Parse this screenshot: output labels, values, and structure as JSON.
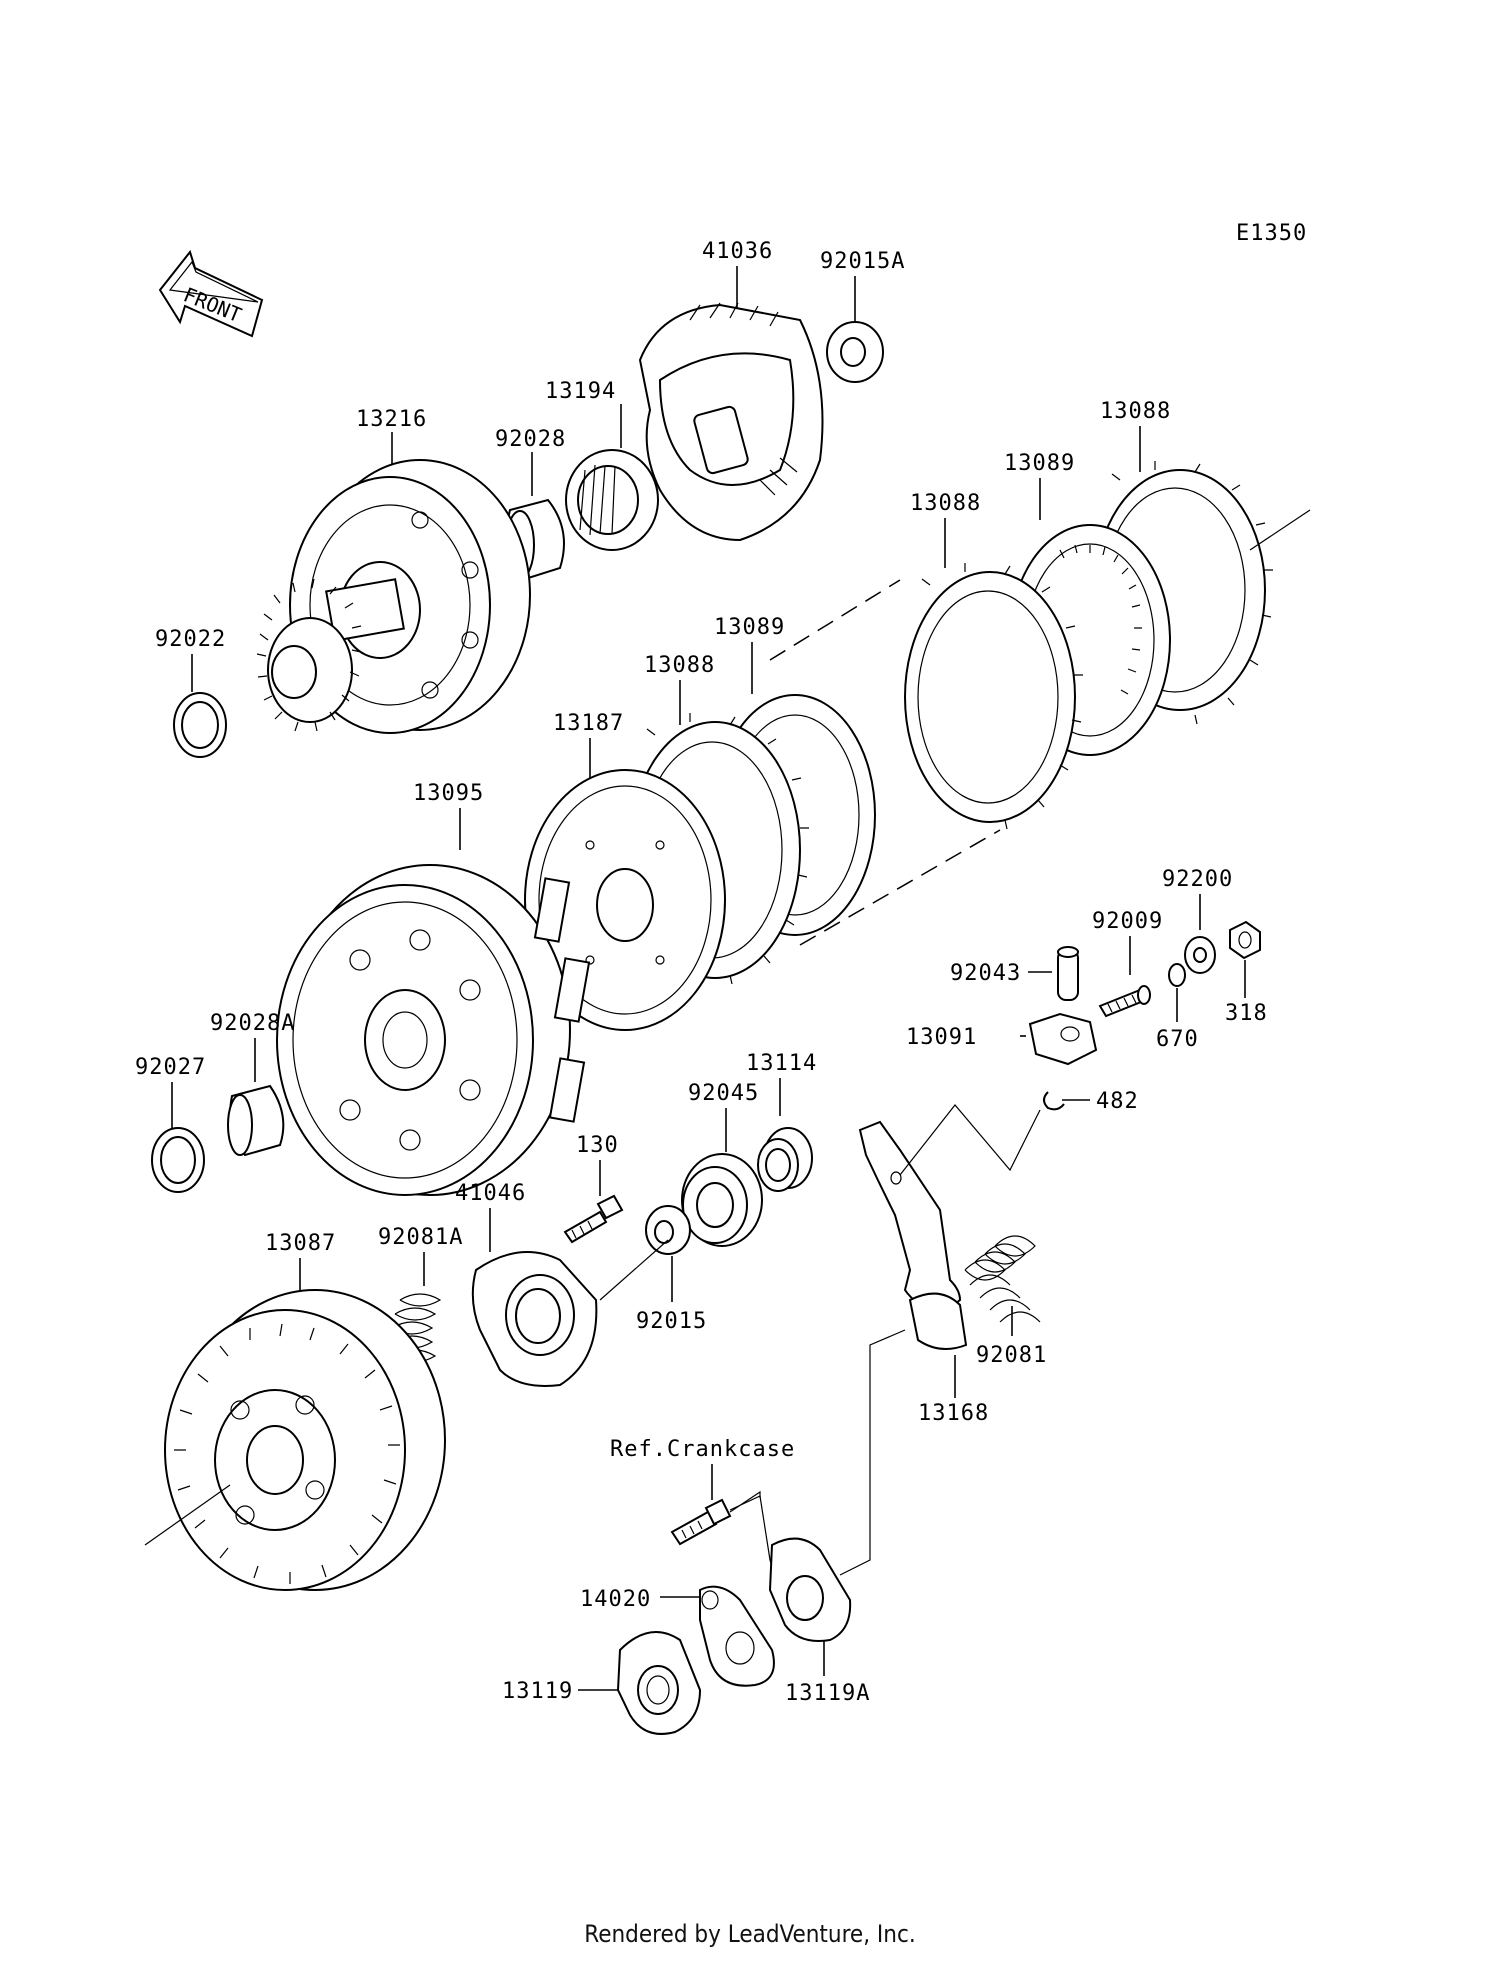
{
  "diagram": {
    "code": "E1350",
    "front_label": "FRONT",
    "parts": {
      "p41036": "41036",
      "p92015A": "92015A",
      "p13194": "13194",
      "p92028": "92028",
      "p13216": "13216",
      "p13088_top": "13088",
      "p13089_top": "13089",
      "p13088_mid": "13088",
      "p13089_mid": "13089",
      "p13088_low": "13088",
      "p92022": "92022",
      "p13187": "13187",
      "p13095": "13095",
      "p92200": "92200",
      "p92009": "92009",
      "p92043": "92043",
      "p318": "318",
      "p670": "670",
      "p13091": "13091",
      "p92028A": "92028A",
      "p92027": "92027",
      "p13114": "13114",
      "p92045": "92045",
      "p482": "482",
      "p130": "130",
      "p41046": "41046",
      "p13087": "13087",
      "p92081A": "92081A",
      "p92015": "92015",
      "p92081": "92081",
      "p13168": "13168",
      "ref_crankcase": "Ref.Crankcase",
      "p14020": "14020",
      "p13119": "13119",
      "p13119A": "13119A"
    }
  },
  "footer": {
    "credit": "Rendered by LeadVenture, Inc."
  }
}
